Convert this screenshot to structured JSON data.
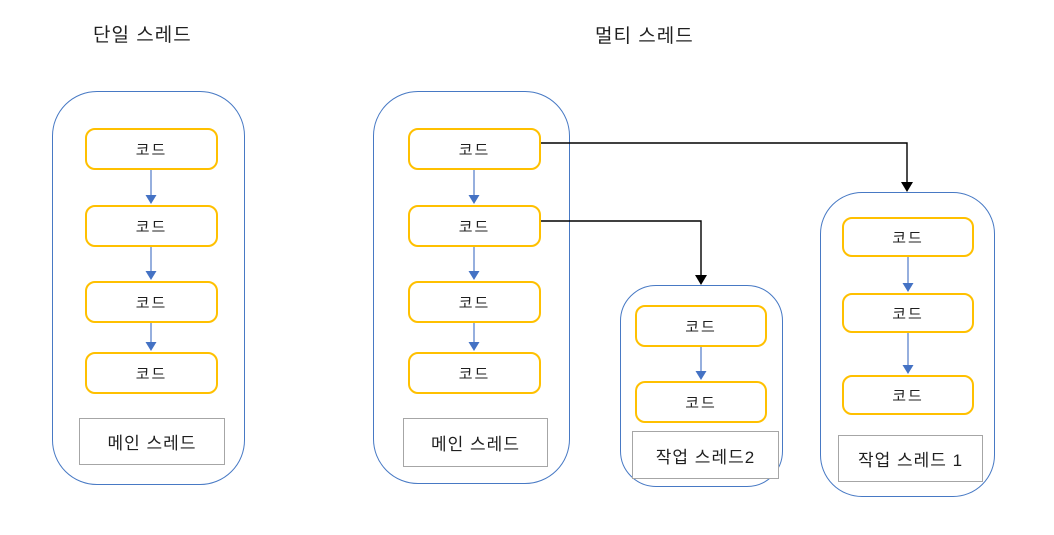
{
  "colors": {
    "container_border": "#4779C4",
    "code_box_border": "#FFC000",
    "label_box_border": "#A6A6A6",
    "flow_arrow_stem": "#7C9BD6",
    "flow_arrow_head": "#4472C4",
    "spawn_connector": "#000000",
    "text": "#1F1F1F",
    "background": "#FFFFFF"
  },
  "single": {
    "title": "단일 스레드",
    "main_thread": {
      "label": "메인 스레드",
      "code_boxes": [
        "코드",
        "코드",
        "코드",
        "코드"
      ]
    }
  },
  "multi": {
    "title": "멀티 스레드",
    "main_thread": {
      "label": "메인 스레드",
      "code_boxes": [
        "코드",
        "코드",
        "코드",
        "코드"
      ]
    },
    "worker_thread_2": {
      "label": "작업 스레드2",
      "code_boxes": [
        "코드",
        "코드"
      ]
    },
    "worker_thread_1": {
      "label": "작업 스레드 1",
      "code_boxes": [
        "코드",
        "코드",
        "코드"
      ]
    }
  }
}
